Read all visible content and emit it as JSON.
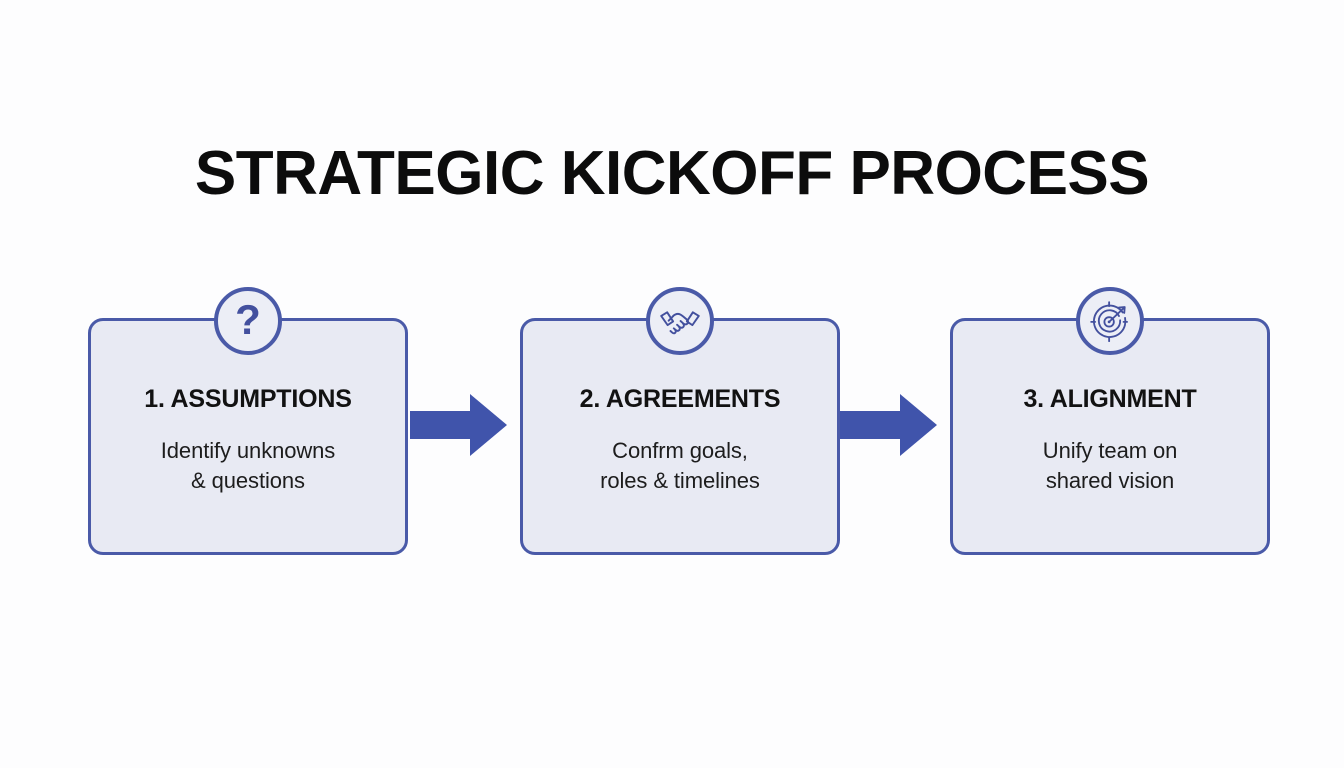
{
  "slide": {
    "title": "STRATEGIC KICKOFF PROCESS",
    "background_color": "#fdfdfe",
    "accent_color": "#4054ab",
    "card_border_color": "#4a5aa8",
    "card_fill_color": "#e8eaf3",
    "title_color": "#0c0c0c"
  },
  "steps": [
    {
      "icon": "question-mark-icon",
      "heading": "1. ASSUMPTIONS",
      "desc_line1": "Identify unknowns",
      "desc_line2": "& questions"
    },
    {
      "icon": "handshake-icon",
      "heading": "2. AGREEMENTS",
      "desc_line1": "Confrm goals,",
      "desc_line2": "roles & timelines"
    },
    {
      "icon": "target-arrow-icon",
      "heading": "3. ALIGNMENT",
      "desc_line1": "Unify team on",
      "desc_line2": "shared vision"
    }
  ],
  "connectors": [
    {
      "name": "arrow-step1-to-step2",
      "direction": "right"
    },
    {
      "name": "arrow-step2-to-step3",
      "direction": "right"
    }
  ]
}
